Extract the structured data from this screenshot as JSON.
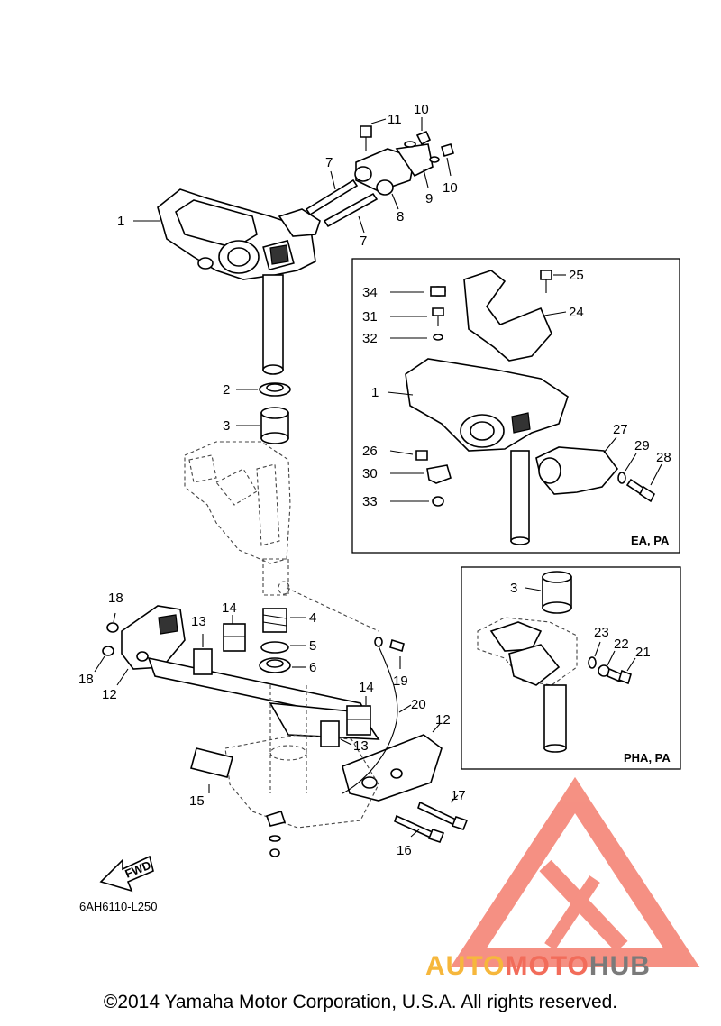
{
  "diagram": {
    "drawing_code": "6AH6110-L250",
    "fwd_label": "FWD",
    "callouts": {
      "c1": "1",
      "c2": "2",
      "c3": "3",
      "c4": "4",
      "c5": "5",
      "c6": "6",
      "c7a": "7",
      "c7b": "7",
      "c8": "8",
      "c9": "9",
      "c10a": "10",
      "c10b": "10",
      "c11": "11",
      "c12a": "12",
      "c12b": "12",
      "c13a": "13",
      "c13b": "13",
      "c14a": "14",
      "c14b": "14",
      "c15": "15",
      "c16": "16",
      "c17": "17",
      "c18a": "18",
      "c18b": "18",
      "c19": "19",
      "c20": "20"
    },
    "inset_ea": {
      "label": "EA, PA",
      "callouts": {
        "c1": "1",
        "c24": "24",
        "c25": "25",
        "c26": "26",
        "c27": "27",
        "c28": "28",
        "c29": "29",
        "c30": "30",
        "c31": "31",
        "c32": "32",
        "c33": "33",
        "c34": "34"
      }
    },
    "inset_pha": {
      "label": "PHA, PA",
      "callouts": {
        "c3": "3",
        "c21": "21",
        "c22": "22",
        "c23": "23"
      }
    }
  },
  "watermark": {
    "brand_auto": "AUTO",
    "brand_moto": "MOTO",
    "brand_hub": "HUB",
    "color_primary": "#f26c5a",
    "color_secondary": "#f6b73c",
    "color_hub": "#7a7a7a"
  },
  "footer": {
    "copyright": "©2014 Yamaha Motor Corporation, U.S.A. All rights reserved."
  }
}
